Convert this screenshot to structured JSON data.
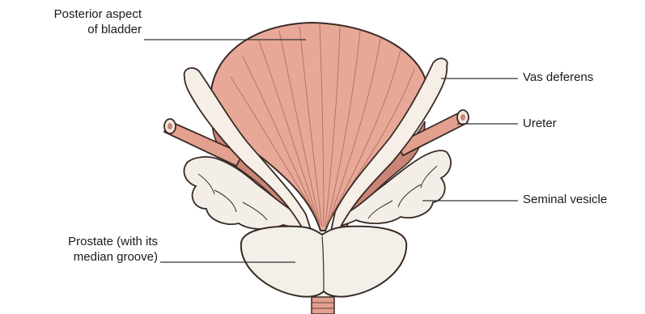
{
  "labels": {
    "bladder": {
      "line1": "Posterior aspect",
      "line2": "of bladder"
    },
    "vas_deferens": "Vas deferens",
    "ureter": "Ureter",
    "seminal_vesicle": "Seminal vesicle",
    "prostate": {
      "line1": "Prostate (with its",
      "line2": "median groove)"
    }
  },
  "colors": {
    "bladder": "#e8a898",
    "bladder_stripe": "#b06a5e",
    "tissue_dark": "#c98576",
    "vas": "#f5efe8",
    "ureter": "#e3a08e",
    "vesicle": "#f3efe8",
    "prostate": "#f3f0ea",
    "outline": "#3a2a25",
    "leader": "#333333"
  }
}
